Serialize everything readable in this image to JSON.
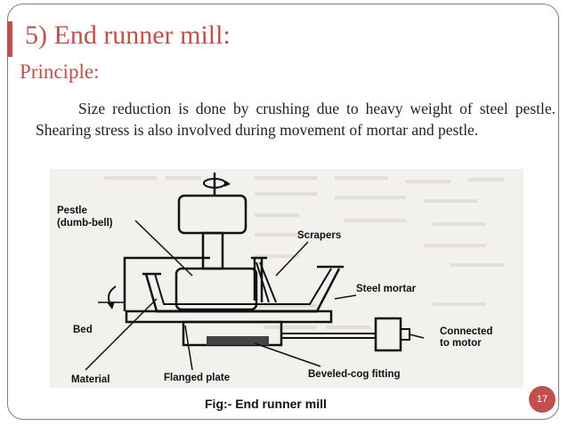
{
  "slide": {
    "title": "5) End runner mill:",
    "subtitle": "Principle:",
    "body": "Size reduction is done by crushing due to heavy weight of steel pestle. Shearing stress is also involved during movement of mortar and pestle.",
    "caption": "Fig:- End runner mill",
    "page_number": "17"
  },
  "diagram": {
    "labels": {
      "pestle_line1": "Pestle",
      "pestle_line2": "(dumb-bell)",
      "scrapers": "Scrapers",
      "steel_mortar": "Steel mortar",
      "bed": "Bed",
      "connected_line1": "Connected",
      "connected_line2": "to motor",
      "material": "Material",
      "flanged_plate": "Flanged plate",
      "beveled_cog": "Beveled-cog fitting"
    }
  },
  "colors": {
    "accent": "#c0504d",
    "frame": "#7f7f7f"
  }
}
